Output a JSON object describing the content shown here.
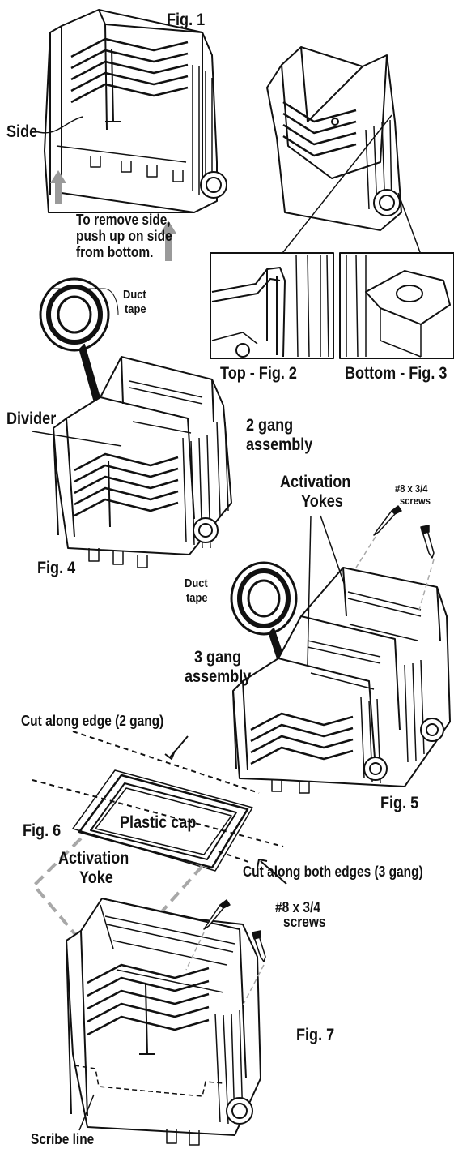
{
  "labels": {
    "fig1": "Fig. 1",
    "side": "Side",
    "remove_note": [
      "To remove side,",
      "push up on side",
      "from bottom."
    ],
    "top_fig2": "Top - Fig. 2",
    "bottom_fig3": "Bottom - Fig. 3",
    "duct_tape": [
      "Duct",
      "tape"
    ],
    "divider": "Divider",
    "two_gang": [
      "2 gang",
      "assembly"
    ],
    "fig4": "Fig. 4",
    "activation_yokes": [
      "Activation",
      "Yokes"
    ],
    "screws": [
      "#8 x 3/4",
      "screws"
    ],
    "three_gang": [
      "3 gang",
      "assembly"
    ],
    "cut_2gang": "Cut along edge (2 gang)",
    "fig5": "Fig. 5",
    "fig6": "Fig. 6",
    "plastic_cap": "Plastic cap",
    "cut_3gang": "Cut along both edges (3 gang)",
    "activation_yoke": [
      "Activation",
      "Yoke"
    ],
    "fig7": "Fig. 7",
    "scribe_line": "Scribe line"
  },
  "colors": {
    "line": "#111111",
    "arrow_gray": "#9a9a9a",
    "dash_gray": "#a8a8a8"
  }
}
